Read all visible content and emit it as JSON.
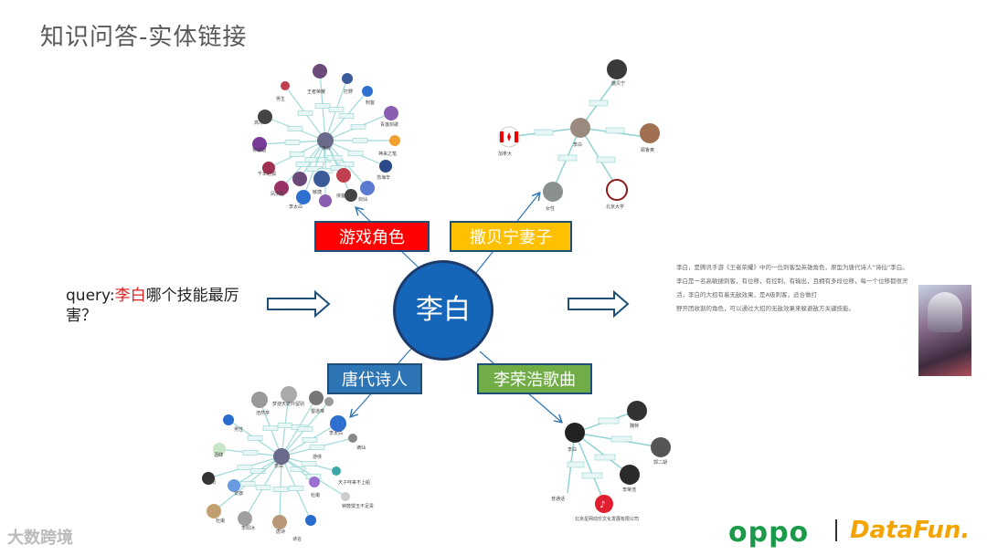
{
  "title": "知识问答-实体链接",
  "query": {
    "prefix": "query:",
    "entity": "李白",
    "suffix": "哪个技能最厉害？"
  },
  "center_entity": "李白",
  "tags": {
    "game": "游戏角色",
    "wife": "撒贝宁妻子",
    "poet": "唐代诗人",
    "song": "李荣浩歌曲"
  },
  "graph_labels": {
    "wife_graph": {
      "top_person": "撒贝宁",
      "center": "李白",
      "left": "加拿大",
      "right": "耶鲁奥",
      "bottom_left": "女性",
      "bottom_right": "北京大学"
    },
    "song_graph": {
      "center": "李白",
      "top_right": "魏特",
      "right": "郭二胡",
      "bottom_right": "李荣浩",
      "company": "北京星网动乐文化发展有限公司",
      "bottom_left": "普通话"
    },
    "poet_graph": {
      "n1": "男性",
      "n2": "浩然亭",
      "n3": "梦游天姥吟留别",
      "n4": "蜀道难",
      "n5": "酒肆",
      "n6": "李太白",
      "n7": "平阳",
      "n8": "安旗",
      "n9": "杜甫",
      "n10": "李阳冰",
      "n11": "唐诗",
      "center": "李白",
      "n12": "游侠",
      "n13": "杜甫",
      "n14": "谪仙",
      "n15": "天子呼来不上船",
      "n16": "钟鼓馔玉不足贵",
      "n17": "诗言"
    },
    "game_graph": {
      "n1": "男生",
      "n2": "王者荣耀",
      "n3": "打野",
      "n4": "刺客",
      "n5": "高冷",
      "n6": "青莲剑歌",
      "n7": "将进酒",
      "n8": "神来之笔",
      "center": "李白",
      "n9": "千年之狐",
      "n10": "范海辛",
      "n11": "凤求凰",
      "n12": "敏捷",
      "n13": "侠客",
      "n14": "剑仙",
      "n15": "李太白"
    }
  },
  "description": [
    "李白，是腾讯手游《王者荣耀》中的一位刺客型英雄角色，原型为唐代诗人“诗仙”李白。",
    "李白是一名高敏捷刺客，有位移，有控制，有输出，且拥有多段位移，每一个位移都很灵活，李白的大招有着无敌效果，是A级刺客，适合做打",
    "野开团收割的角色，可以通过大招的无敌效果来躲避敌方关键技能。"
  ],
  "footer": {
    "watermark": "大数跨境",
    "brand1": "oppo",
    "brand2": "DataFun."
  },
  "colors": {
    "game_tag": "#ff0000",
    "wife_tag": "#ffc000",
    "poet_tag": "#2e75b6",
    "song_tag": "#70ad47",
    "center_node": "#1565b8",
    "oppo_green": "#1b9a4a",
    "datafun_orange": "#f4a400"
  }
}
